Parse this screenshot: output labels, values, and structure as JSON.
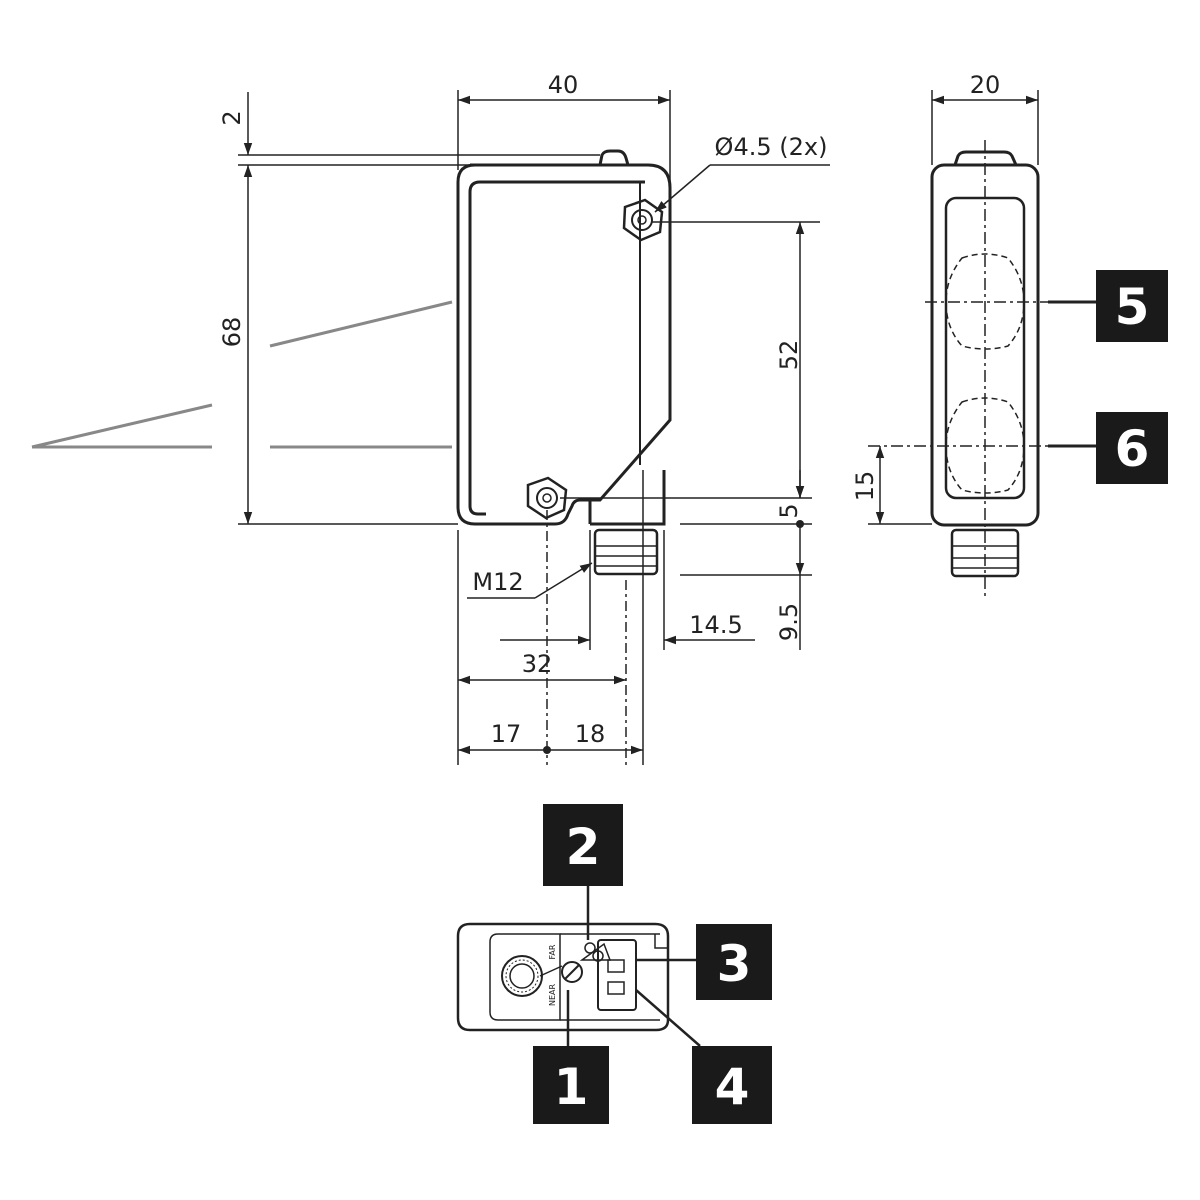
{
  "dimensions": {
    "width_40": "40",
    "height_68": "68",
    "offset_2": "2",
    "hole_dia": "Ø4.5 (2x)",
    "hole_spacing_52": "52",
    "offset_5": "5",
    "offset_9_5": "9.5",
    "connector_offset_14_5": "14.5",
    "hole_x_32": "32",
    "half_17": "17",
    "half_18": "18",
    "thread": "M12",
    "side_width_20": "20",
    "lens_15": "15"
  },
  "labels": {
    "near": "NEAR",
    "far": "FAR"
  },
  "callouts": [
    {
      "id": "1",
      "label": "1"
    },
    {
      "id": "2",
      "label": "2"
    },
    {
      "id": "3",
      "label": "3"
    },
    {
      "id": "4",
      "label": "4"
    },
    {
      "id": "5",
      "label": "5"
    },
    {
      "id": "6",
      "label": "6"
    }
  ]
}
